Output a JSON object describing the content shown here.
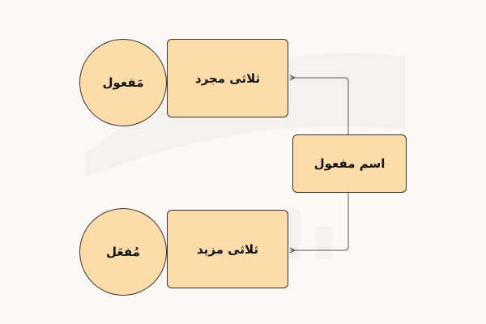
{
  "diagram": {
    "root": {
      "label": "اسم مفعول"
    },
    "branches": [
      {
        "label": "ثلاثی مجرد",
        "pattern": "مَفعول"
      },
      {
        "label": "ثلاثی مزید",
        "pattern": "مُفعَل"
      }
    ]
  },
  "colors": {
    "node_fill": "#fddcaa",
    "border": "#333333",
    "background": "#fcf8f5"
  }
}
